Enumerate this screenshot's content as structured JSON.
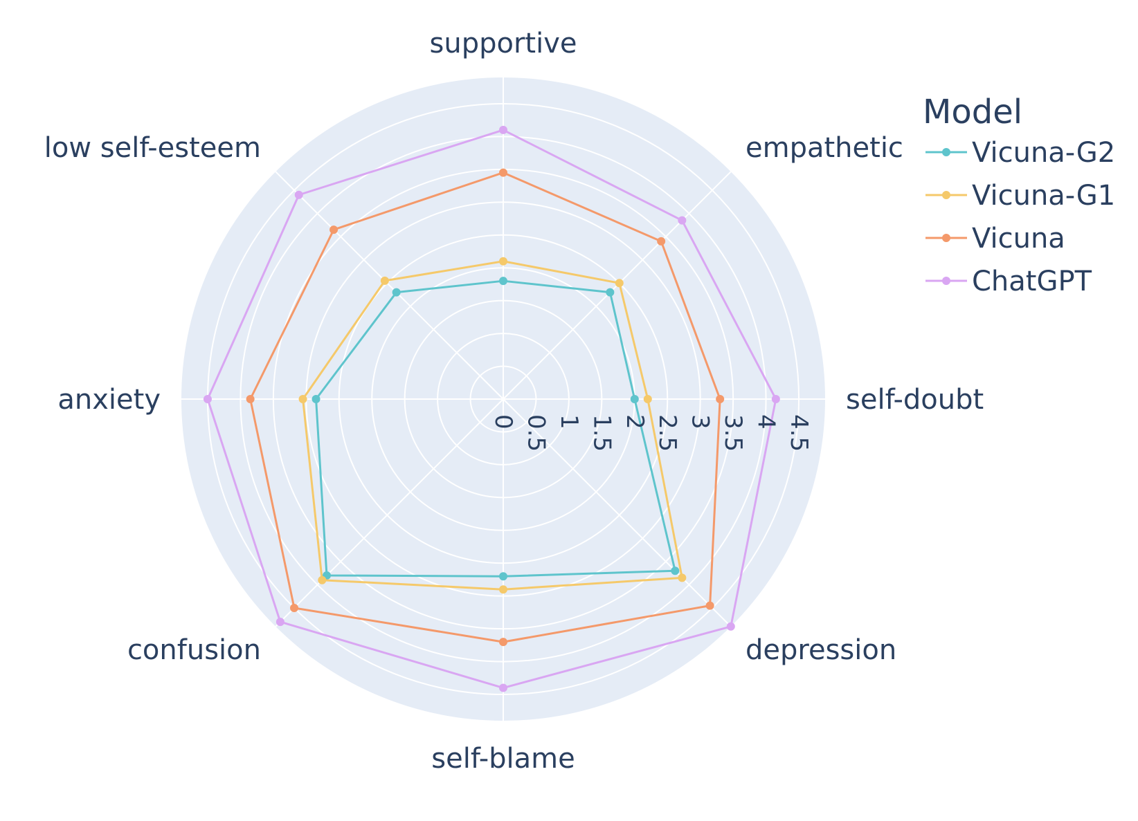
{
  "chart_data": {
    "type": "radar",
    "axes": [
      "supportive",
      "empathetic",
      "self-doubt",
      "depression",
      "self-blame",
      "confusion",
      "anxiety",
      "low self-esteem"
    ],
    "radial_range": [
      0,
      4.9
    ],
    "radial_ticks": [
      "0",
      "0.5",
      "1",
      "1.5",
      "2",
      "2.5",
      "3",
      "3.5",
      "4",
      "4.5"
    ],
    "radial_tick_values": [
      0,
      0.5,
      1,
      1.5,
      2,
      2.5,
      3,
      3.5,
      4,
      4.5
    ],
    "legend": {
      "title": "Model",
      "placement": "top-right"
    },
    "grid": true,
    "colors": {
      "background": "#e5ecf6",
      "grid": "#ffffff",
      "text": "#2a3f5f"
    },
    "series": [
      {
        "name": "Vicuna-G2",
        "color": "#5ec4cc",
        "values": [
          1.8,
          2.3,
          2.0,
          3.7,
          2.7,
          3.8,
          2.85,
          2.3
        ]
      },
      {
        "name": "Vicuna-G1",
        "color": "#f5c96a",
        "values": [
          2.1,
          2.5,
          2.2,
          3.85,
          2.9,
          3.9,
          3.05,
          2.55
        ]
      },
      {
        "name": "Vicuna",
        "color": "#f4996a",
        "values": [
          3.45,
          3.4,
          3.3,
          4.45,
          3.7,
          4.5,
          3.85,
          3.65
        ]
      },
      {
        "name": "ChatGPT",
        "color": "#d9a6f2",
        "values": [
          4.1,
          3.85,
          4.15,
          4.9,
          4.4,
          4.8,
          4.5,
          4.4
        ]
      }
    ]
  }
}
